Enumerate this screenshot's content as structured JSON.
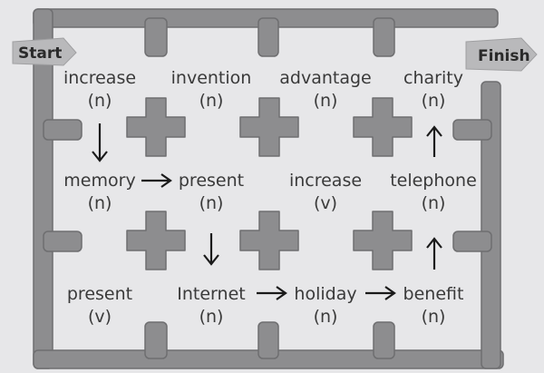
{
  "start_label": "Start",
  "finish_label": "Finish",
  "cells": [
    {
      "word": "increase",
      "pos": "(n)"
    },
    {
      "word": "invention",
      "pos": "(n)"
    },
    {
      "word": "advantage",
      "pos": "(n)"
    },
    {
      "word": "charity",
      "pos": "(n)"
    },
    {
      "word": "memory",
      "pos": "(n)"
    },
    {
      "word": "present",
      "pos": "(n)"
    },
    {
      "word": "increase",
      "pos": "(v)"
    },
    {
      "word": "telephone",
      "pos": "(n)"
    },
    {
      "word": "present",
      "pos": "(v)"
    },
    {
      "word": "Internet",
      "pos": "(n)"
    },
    {
      "word": "holiday",
      "pos": "(n)"
    },
    {
      "word": "benefit",
      "pos": "(n)"
    }
  ],
  "colors": {
    "background": "#e7e7e9",
    "wall": "#8d8d8f",
    "text": "#3a3a3a"
  }
}
